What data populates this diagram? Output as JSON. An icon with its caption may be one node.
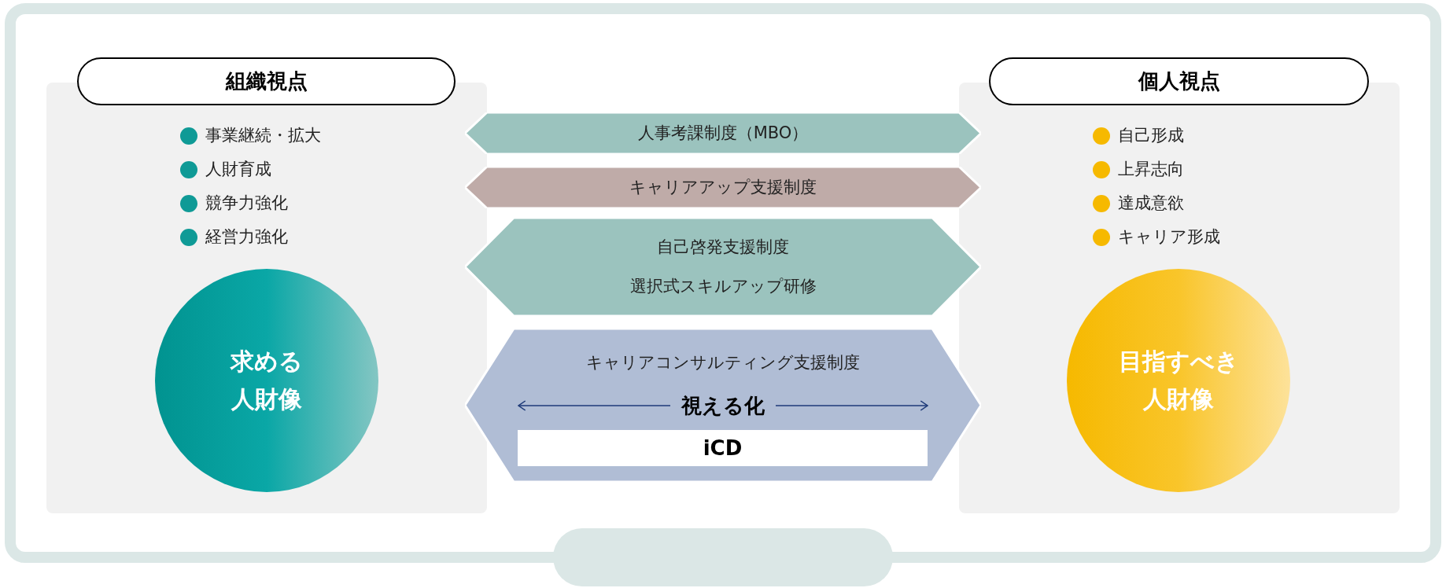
{
  "diagram": {
    "nodes": [
      {
        "text": [
          "事業継続・拡大",
          "人財育成",
          "競争力強化",
          "経営力強化"
        ]
      },
      {
        "text": [
          "組織視点"
        ]
      },
      {
        "text": [
          "求める人財像"
        ],
        "in": 0
      },
      {
        "text": [
          "人事考課制度（MBO）"
        ]
      },
      {
        "text": [
          "キャリアアップ支援制度"
        ]
      },
      {
        "text": [
          "自己啓発支援制度",
          "選択式スキルアップ研修"
        ]
      },
      {
        "text": [
          "キャリアコンサルティング支援制度",
          "視える化"
        ]
      },
      {
        "text": [
          "iCD"
        ],
        "in": 6
      },
      {
        "text": [
          "自己形成",
          "上昇志向",
          "達成意欲",
          "キャリア形成"
        ]
      },
      {
        "text": [
          "個人視点"
        ]
      },
      {
        "text": [
          "目指すべき人財像"
        ],
        "in": 8
      },
      {
        "text": [],
        "shape": "box"
      }
    ]
  }
}
